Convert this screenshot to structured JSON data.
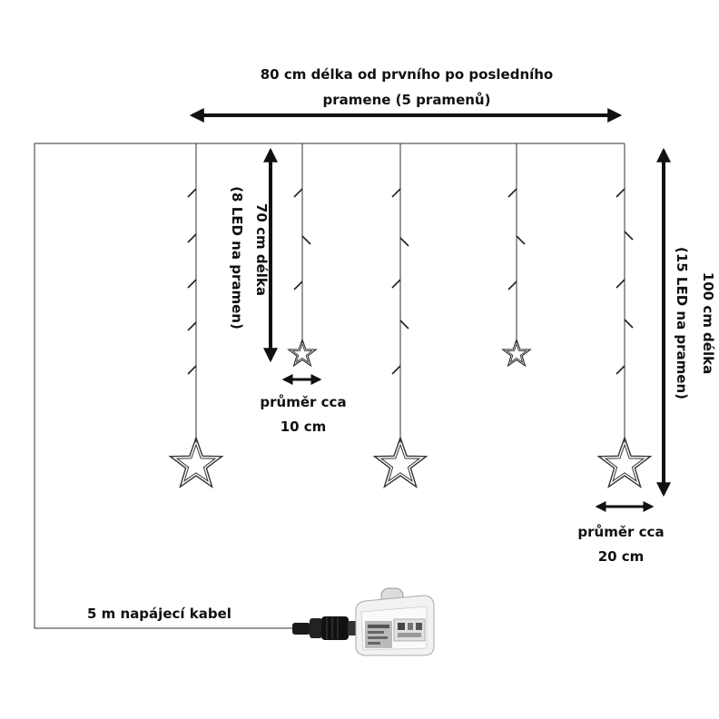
{
  "labels": {
    "top_width_line1": "80 cm délka od prvního po posledního",
    "top_width_line2": "pramene (5 pramenů)",
    "short_length_line1": "70 cm délka",
    "short_length_line2": "(8 LED na pramen)",
    "long_length_line1": "100 cm délka",
    "long_length_line2": "(15 LED na pramen)",
    "small_star_line1": "průměr cca",
    "small_star_line2": "10 cm",
    "large_star_line1": "průměr cca",
    "large_star_line2": "20 cm",
    "power_cable": "5 m napájecí kabel"
  }
}
